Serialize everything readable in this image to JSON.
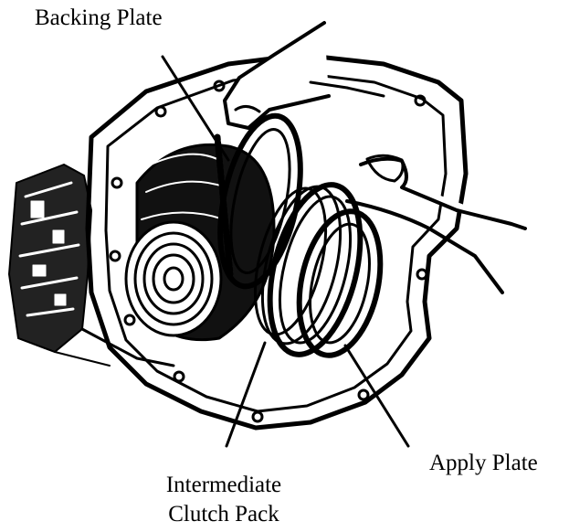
{
  "labels": {
    "backing_plate": "Backing Plate",
    "apply_plate": "Apply Plate",
    "intermediate_line1": "Intermediate",
    "intermediate_line2": "Clutch Pack"
  },
  "colors": {
    "ink": "#000000",
    "background": "#ffffff"
  }
}
